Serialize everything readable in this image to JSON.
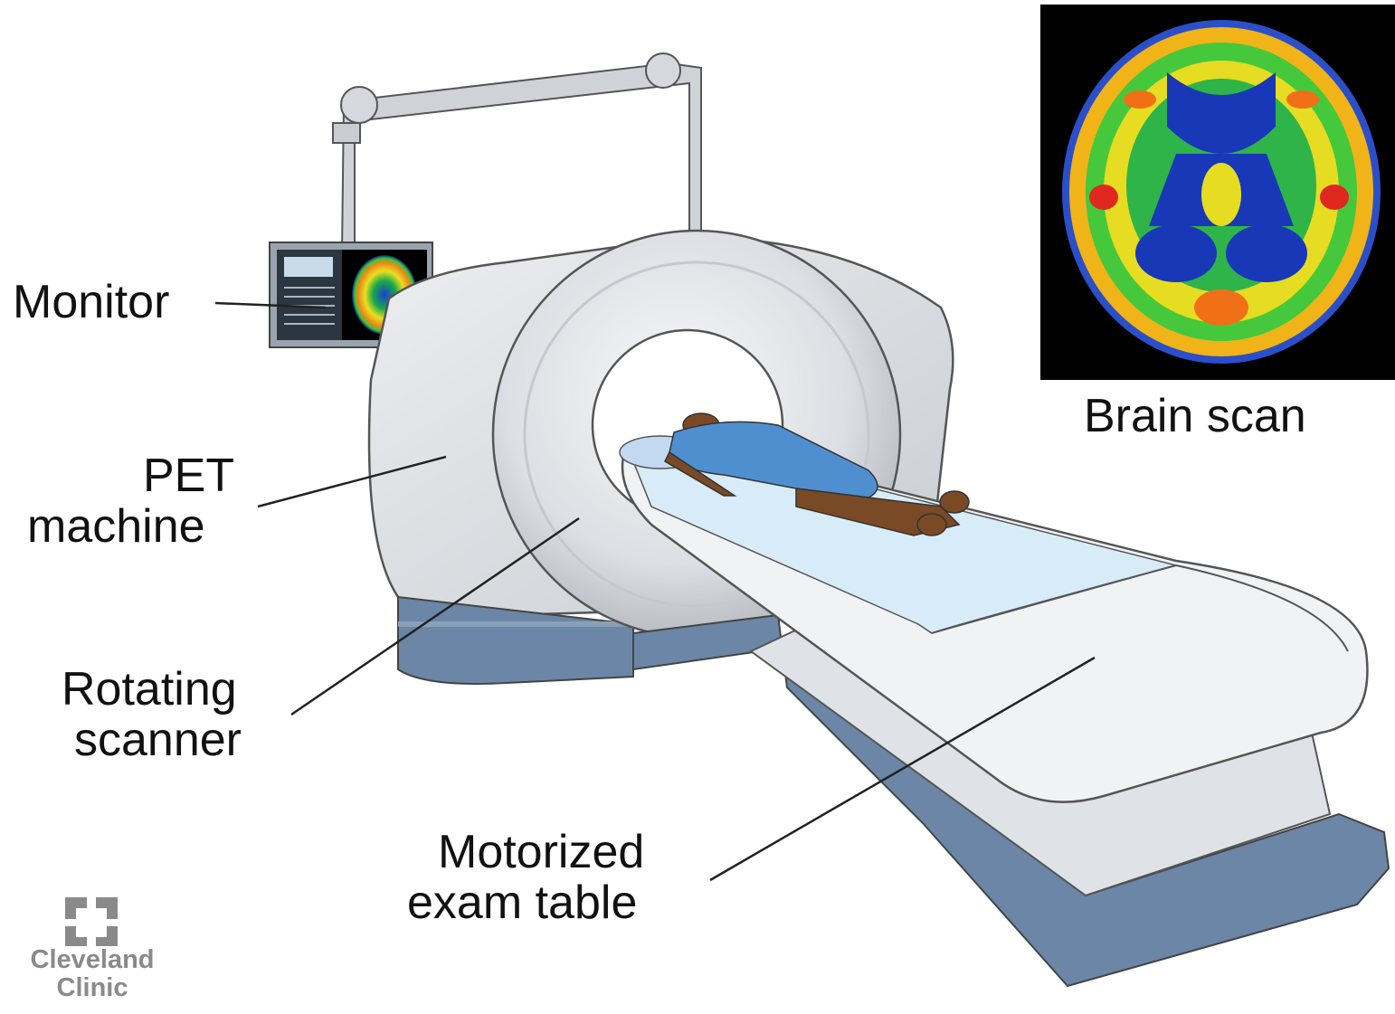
{
  "labels": {
    "monitor": "Monitor",
    "pet_line1": "PET",
    "pet_line2": "machine",
    "rotating_line1": "Rotating",
    "rotating_line2": "scanner",
    "table_line1": "Motorized",
    "table_line2": "exam table",
    "brain_scan": "Brain scan"
  },
  "logo": {
    "line1": "Cleveland",
    "line2": "Clinic"
  },
  "colors": {
    "machine": "#e4e6e9",
    "base": "#6b86a6",
    "gown": "#4f8fd0",
    "skin": "#7a4a26",
    "sheet": "#d8ebf8",
    "scan_background": "#000000"
  }
}
